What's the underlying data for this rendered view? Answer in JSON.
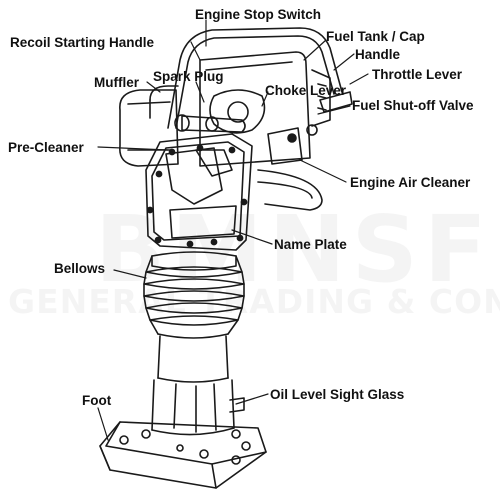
{
  "watermark": {
    "logo_text": "BMNSF",
    "subtitle": "GENERAL TRADING & CONT. CO."
  },
  "labels": {
    "engine_stop_switch": "Engine Stop Switch",
    "recoil_starting_handle": "Recoil Starting Handle",
    "fuel_tank_cap": "Fuel Tank / Cap",
    "handle": "Handle",
    "throttle_lever": "Throttle Lever",
    "muffler": "Muffler",
    "spark_plug": "Spark Plug",
    "choke_lever": "Choke Lever",
    "fuel_shutoff_valve": "Fuel Shut-off Valve",
    "pre_cleaner": "Pre-Cleaner",
    "engine_air_cleaner": "Engine Air Cleaner",
    "name_plate": "Name Plate",
    "bellows": "Bellows",
    "oil_level_sight_glass": "Oil Level Sight Glass",
    "foot": "Foot"
  },
  "colors": {
    "line": "#1a1a1a",
    "label": "#111111"
  }
}
